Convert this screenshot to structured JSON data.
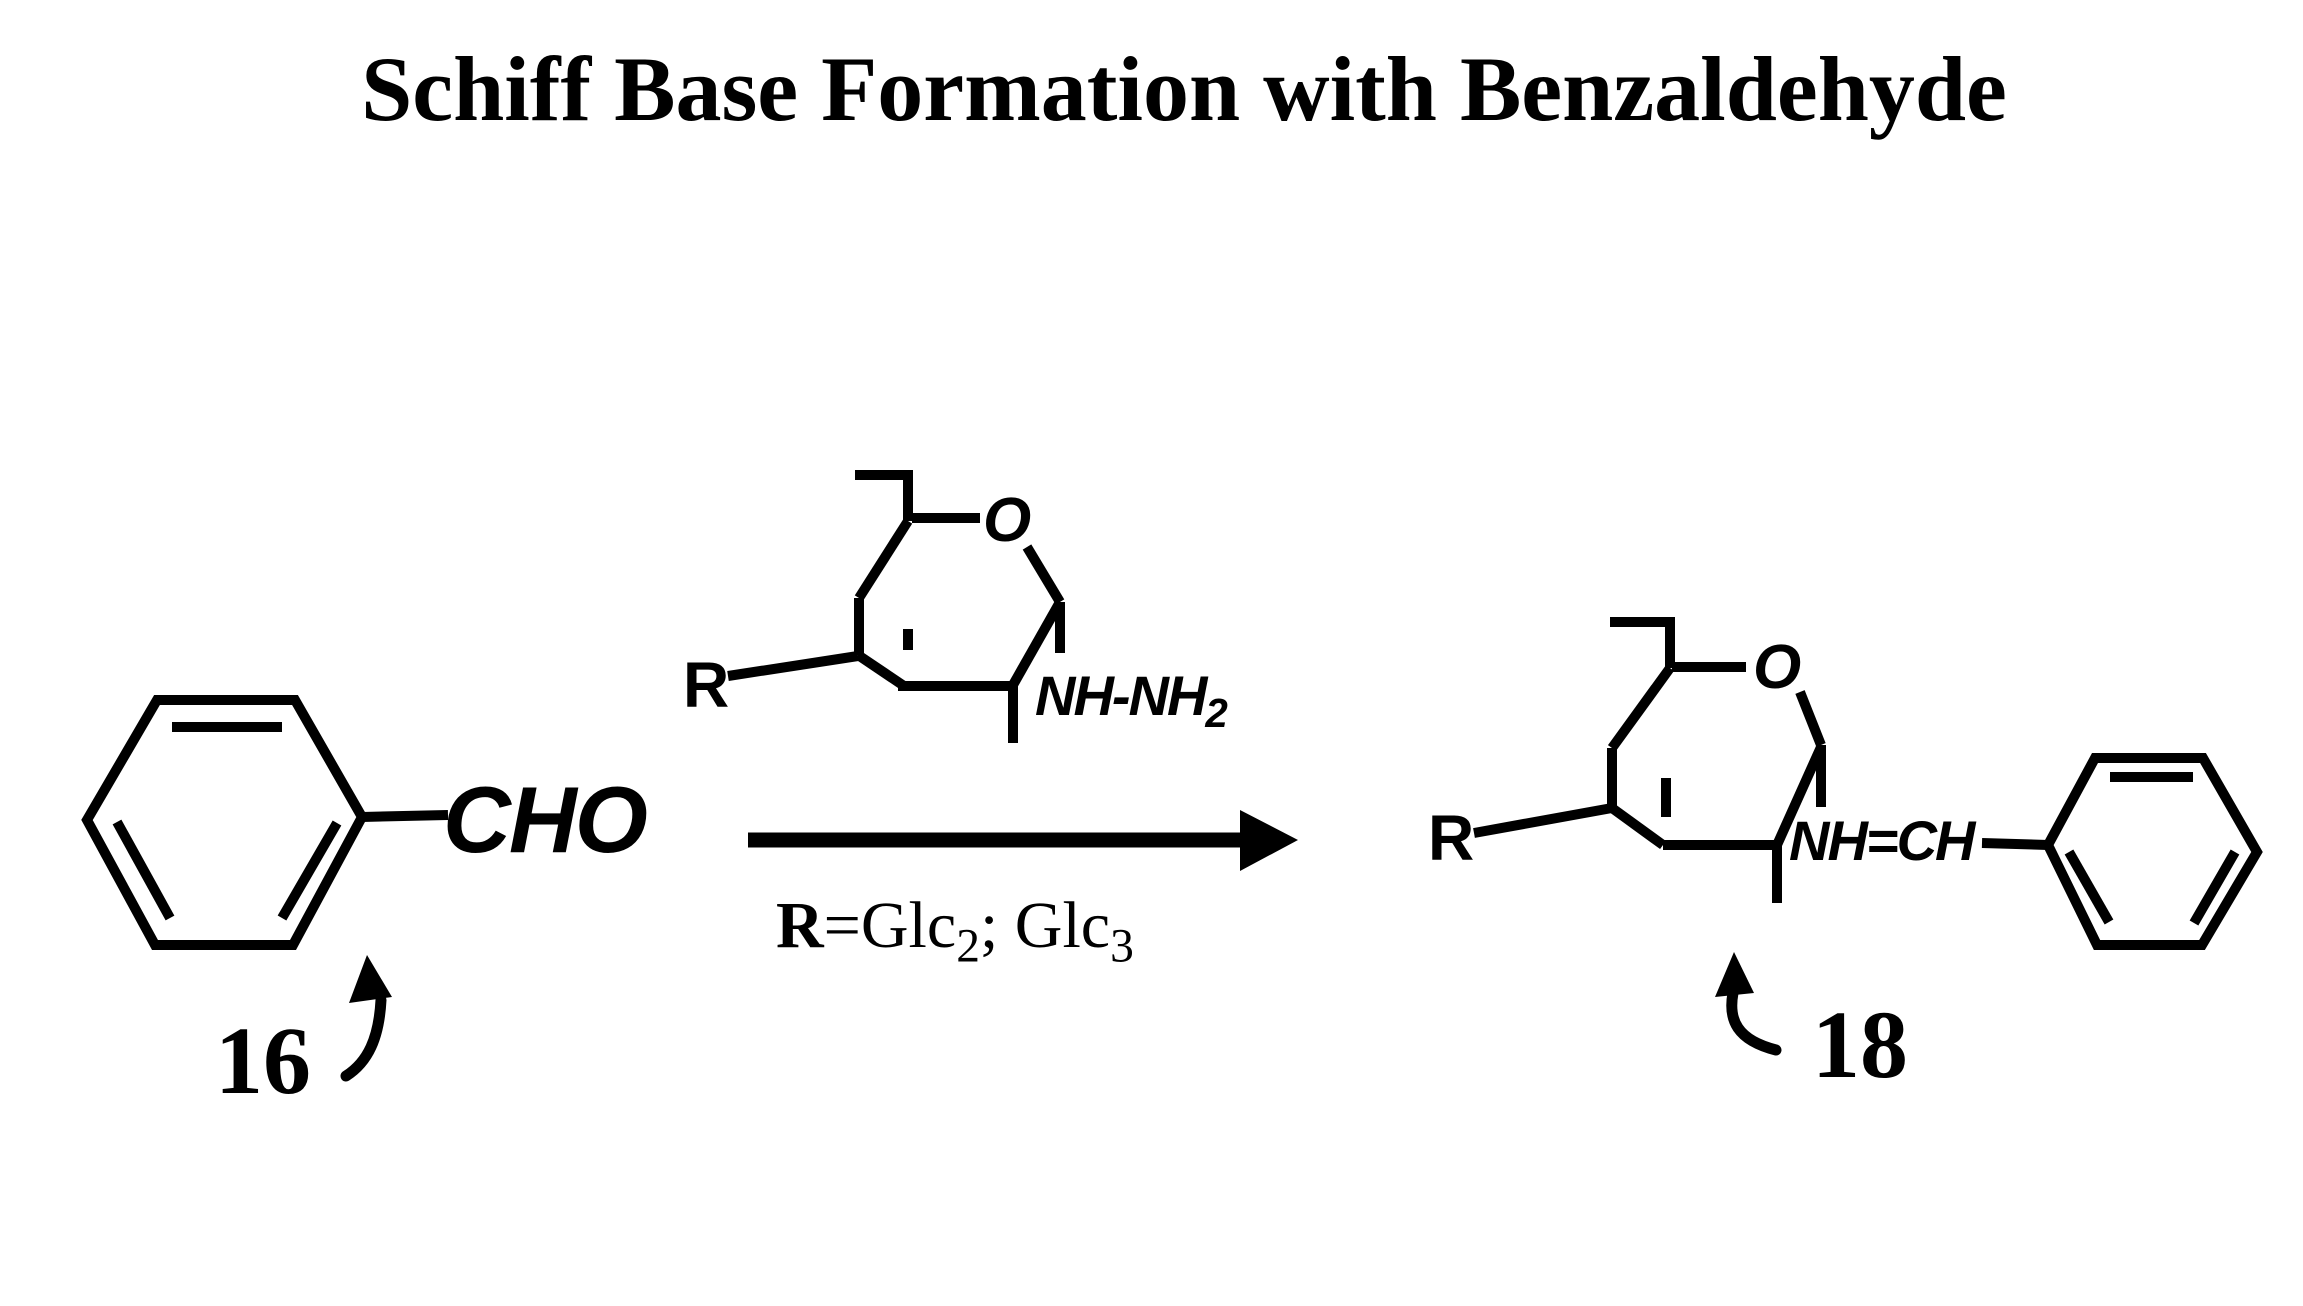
{
  "title": "Schiff Base Formation with Benzaldehyde",
  "colors": {
    "ink": "#000000",
    "background": "#ffffff"
  },
  "reactant": {
    "formula_label": "CHO",
    "compound_number": "16"
  },
  "reagent": {
    "r_label": "R",
    "ring_oxygen": "O",
    "hydrazide_main": "NH-NH",
    "hydrazide_sub": "2"
  },
  "arrow": {
    "conditions_r": "R",
    "conditions_eq": "=Glc",
    "conditions_sub1": "2",
    "conditions_mid": "; Glc",
    "conditions_sub2": "3"
  },
  "product": {
    "r_label": "R",
    "ring_oxygen": "O",
    "imine_label": "NH=CH",
    "compound_number": "18"
  }
}
